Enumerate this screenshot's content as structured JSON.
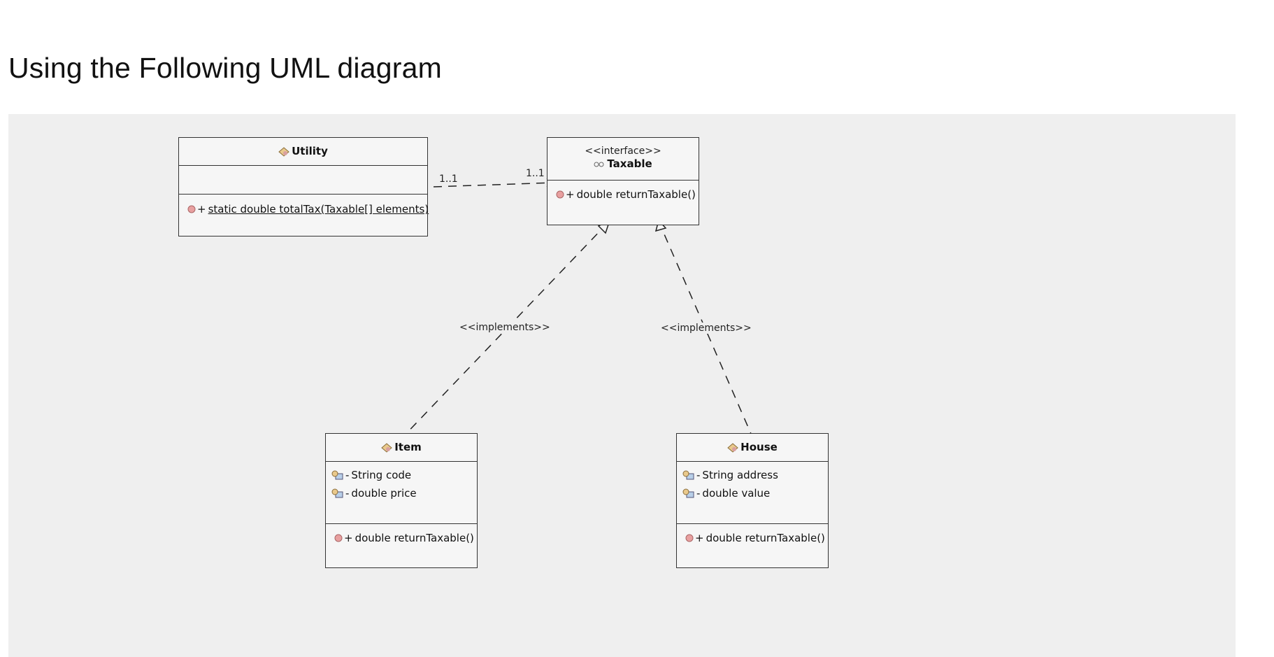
{
  "page": {
    "title": "Using the Following UML diagram"
  },
  "diagram": {
    "utility": {
      "name": "Utility",
      "methods": [
        {
          "visibility": "+",
          "text": "static double totalTax(Taxable[] elements)"
        }
      ]
    },
    "taxable": {
      "stereotype": "<<interface>>",
      "name": "Taxable",
      "methods": [
        {
          "visibility": "+",
          "text": "double returnTaxable()"
        }
      ]
    },
    "item": {
      "name": "Item",
      "attributes": [
        {
          "visibility": "-",
          "text": "String code"
        },
        {
          "visibility": "-",
          "text": "double price"
        }
      ],
      "methods": [
        {
          "visibility": "+",
          "text": "double returnTaxable()"
        }
      ]
    },
    "house": {
      "name": "House",
      "attributes": [
        {
          "visibility": "-",
          "text": "String address"
        },
        {
          "visibility": "-",
          "text": "double value"
        }
      ],
      "methods": [
        {
          "visibility": "+",
          "text": "double returnTaxable()"
        }
      ]
    },
    "relations": {
      "association_source_multiplicity": "1..1",
      "association_target_multiplicity": "1..1",
      "item_realization_label": "<<implements>>",
      "house_realization_label": "<<implements>>"
    },
    "colors": {
      "canvas": "#efefef",
      "box": "#f6f6f6",
      "method_dot": "#e8a0a0"
    }
  }
}
